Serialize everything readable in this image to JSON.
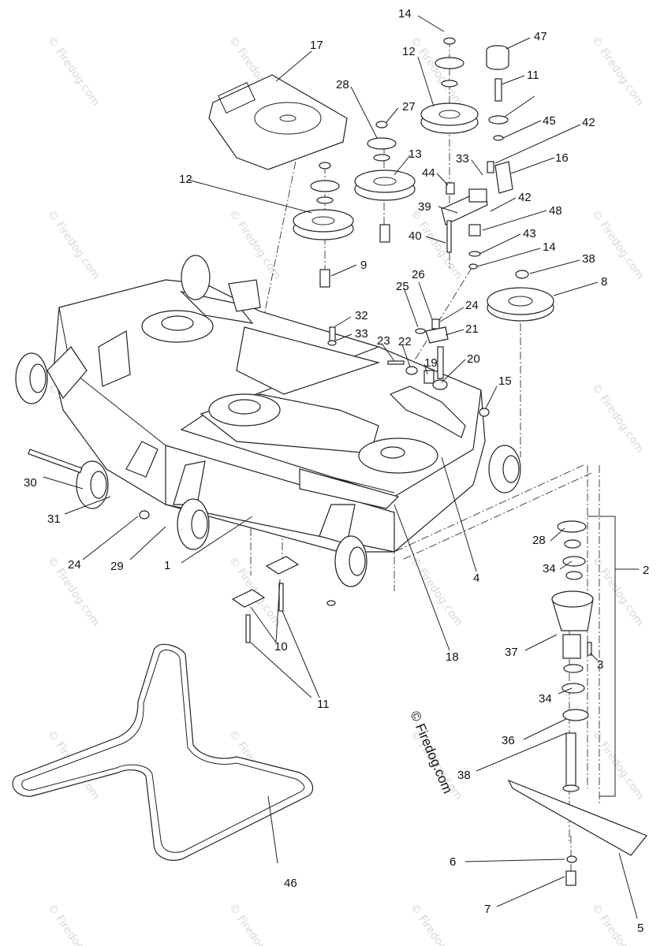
{
  "diagram": {
    "copyright": "© Firedog.com",
    "watermark": "© Firedog.com",
    "callouts": [
      "14",
      "47",
      "12",
      "11",
      "17",
      "27",
      "28",
      "45",
      "42",
      "13",
      "33",
      "16",
      "44",
      "39",
      "12",
      "42",
      "48",
      "40",
      "43",
      "14",
      "9",
      "38",
      "26",
      "8",
      "25",
      "24",
      "32",
      "21",
      "33",
      "23",
      "22",
      "19",
      "20",
      "15",
      "30",
      "31",
      "24",
      "29",
      "1",
      "4",
      "18",
      "28",
      "2",
      "34",
      "37",
      "3",
      "34",
      "36",
      "38",
      "10",
      "11",
      "46",
      "6",
      "7",
      "5"
    ]
  }
}
